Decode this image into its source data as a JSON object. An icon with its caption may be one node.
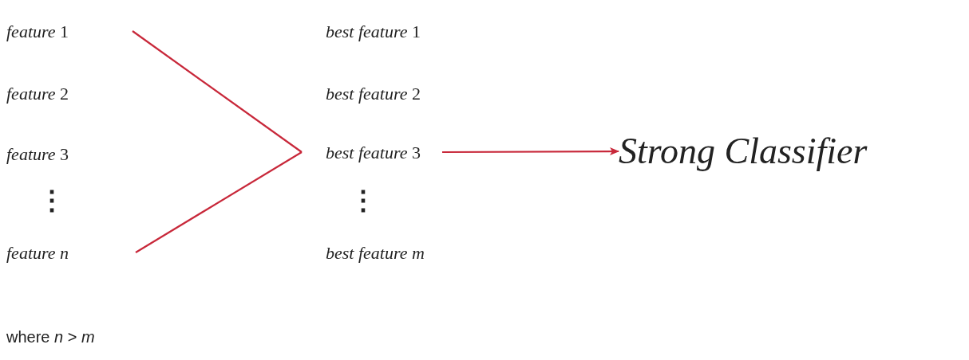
{
  "diagram": {
    "nodes": [
      {
        "text": [
          "*feature* 1"
        ]
      },
      {
        "text": [
          "*feature* 2"
        ]
      },
      {
        "text": [
          "*feature* 3"
        ]
      },
      {
        "text": [
          "*feature n*"
        ]
      },
      {
        "text": [
          "*best feature* 1"
        ]
      },
      {
        "text": [
          "*best feature* 2"
        ]
      },
      {
        "text": [
          "*best feature* 3"
        ]
      },
      {
        "text": [
          "*best feature m*"
        ]
      },
      {
        "text": [
          "Strong Classifier"
        ]
      }
    ],
    "edges": [
      {
        "from": 0,
        "to": 6,
        "arrow": "none"
      },
      {
        "from": 3,
        "to": 6,
        "arrow": "none"
      },
      {
        "from": 6,
        "to": 8,
        "arrow": "to"
      }
    ],
    "labels": [
      "⋮",
      "⋮",
      "where *n* > *m*"
    ]
  }
}
